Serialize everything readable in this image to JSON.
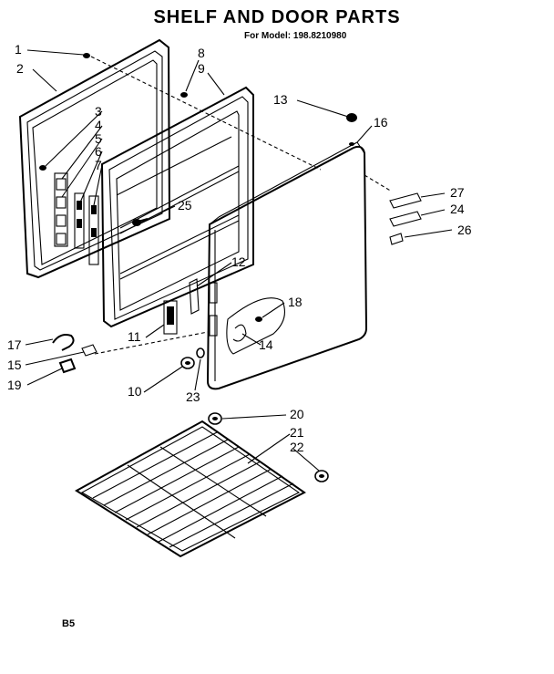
{
  "header": {
    "title": "SHELF AND DOOR PARTS",
    "subtitle": "For Model: 198.8210980"
  },
  "footer": {
    "page_code": "B5"
  },
  "callouts": [
    {
      "id": "c1",
      "label": "1"
    },
    {
      "id": "c2",
      "label": "2"
    },
    {
      "id": "c3",
      "label": "3"
    },
    {
      "id": "c4",
      "label": "4"
    },
    {
      "id": "c5",
      "label": "5"
    },
    {
      "id": "c6",
      "label": "6"
    },
    {
      "id": "c7",
      "label": "7"
    },
    {
      "id": "c8",
      "label": "8"
    },
    {
      "id": "c9",
      "label": "9"
    },
    {
      "id": "c10",
      "label": "10"
    },
    {
      "id": "c11",
      "label": "11"
    },
    {
      "id": "c12",
      "label": "12"
    },
    {
      "id": "c13",
      "label": "13"
    },
    {
      "id": "c14",
      "label": "14"
    },
    {
      "id": "c15",
      "label": "15"
    },
    {
      "id": "c16",
      "label": "16"
    },
    {
      "id": "c17",
      "label": "17"
    },
    {
      "id": "c18",
      "label": "18"
    },
    {
      "id": "c19",
      "label": "19"
    },
    {
      "id": "c20",
      "label": "20"
    },
    {
      "id": "c21",
      "label": "21"
    },
    {
      "id": "c22",
      "label": "22"
    },
    {
      "id": "c23",
      "label": "23"
    },
    {
      "id": "c24",
      "label": "24"
    },
    {
      "id": "c25",
      "label": "25"
    },
    {
      "id": "c26",
      "label": "26"
    },
    {
      "id": "c27",
      "label": "27"
    }
  ]
}
